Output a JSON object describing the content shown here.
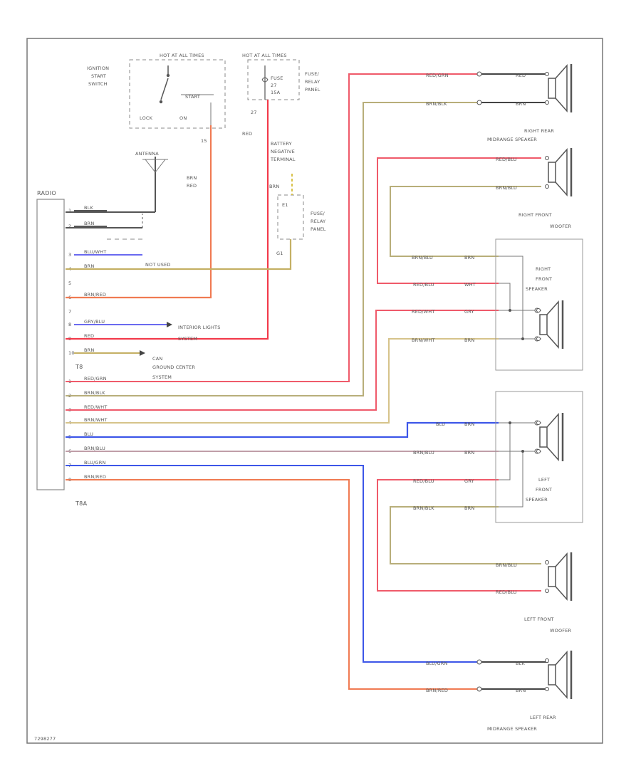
{
  "colors": {
    "red": "#ef5a6a",
    "bright_red": "#f23a4a",
    "orange": "#f07a52",
    "yellow": "#d6c38a",
    "olive": "#b8ae7a",
    "blue": "#3d56e8",
    "light_blue": "#8ab8c8",
    "violet": "#c09ea8",
    "black": "#555555",
    "ivory": "#e8e2c8"
  },
  "components": {
    "radio": "RADIO",
    "antenna": "ANTENNA",
    "ignition_switch": "IGNITION\nSTART\nSWITCH",
    "hot_power": "HOT AT ALL TIMES",
    "hot_fuse": "HOT AT ALL TIMES",
    "fuse_relay_panel_top": "FUSE/\nRELAY\nPANEL",
    "fuse_label": "FUSE\n27\n15A",
    "battery_negative": "BATTERY\nNEGATIVE\nTERMINAL",
    "fuse_relay_panel_mid": "FUSE/\nRELAY\nPANEL",
    "lock": "LOCK",
    "on": "ON",
    "start": "START",
    "right_rear_speaker": "RIGHT REAR\nMIDRANGE SPEAKER",
    "right_front_woofer": "RIGHT FRONT\nWOOFER",
    "right_front_speaker": "RIGHT\nFRONT\nSPEAKER",
    "left_front_speaker": "LEFT\nFRONT\nSPEAKER",
    "left_front_woofer": "LEFT FRONT\nWOOFER",
    "left_rear_speaker": "LEFT REAR\nMIDRANGE SPEAKER",
    "not_used": "NOT USED",
    "interior_lights": "INTERIOR LIGHTS\nSYSTEM",
    "can_ground": "CAN\nGROUND CENTER\nSYSTEM",
    "t8": "T8",
    "t8a": "T8A",
    "ref_code": "7298277"
  },
  "radio_pins": [
    {
      "pin": "1",
      "wire": "BLK"
    },
    {
      "pin": "2",
      "wire": "BRN"
    },
    {
      "pin": "3",
      "wire": "BLU/WHT"
    },
    {
      "pin": "4",
      "wire": "BRN"
    },
    {
      "pin": "5",
      "wire": ""
    },
    {
      "pin": "6",
      "wire": "BRN/RED"
    },
    {
      "pin": "7",
      "wire": ""
    },
    {
      "pin": "8",
      "wire": "GRY/BLU"
    },
    {
      "pin": "9",
      "wire": "RED"
    },
    {
      "pin": "10",
      "wire": "BRN"
    },
    {
      "pin": "1",
      "wire": "RED/GRN"
    },
    {
      "pin": "2",
      "wire": "BRN/BLK"
    },
    {
      "pin": "3",
      "wire": "RED/WHT"
    },
    {
      "pin": "4",
      "wire": "BRN/WHT"
    },
    {
      "pin": "5",
      "wire": "BLU"
    },
    {
      "pin": "6",
      "wire": "BRN/BLU"
    },
    {
      "pin": "7",
      "wire": "BLU/GRN"
    },
    {
      "pin": "8",
      "wire": "BRN/RED"
    }
  ],
  "wire_labels": {
    "ign_out": "15",
    "brn_red": "BRN\nRED",
    "fuse_out": "27",
    "red": "RED",
    "brn_gnd": "BRN",
    "brn_e": "E1",
    "gnd_relay": "G1",
    "rr_pos": "RED/GRN",
    "rr_neg": "BRN/BLK",
    "rr_pos2": "RED",
    "rr_neg2": "BRN",
    "rfw_pos": "RED/BLU",
    "rfw_neg": "BRN/BLU",
    "rf_neg_in": "BRN/BLU",
    "rf_pos_in": "RED/BLU",
    "rf_pos2": "RED/WHT",
    "rf_neg2": "BRN/WHT",
    "rf_tag1": "BRN",
    "rf_tag2": "WHT",
    "rf_tag3": "GRY",
    "rf_tag4": "BRN",
    "lf_blu": "BLU",
    "lf_brnblu": "BRN/BLU",
    "lf_redblu": "RED/BLU",
    "lf_brnblk": "BRN/BLK",
    "lf_tag1": "BRN",
    "lf_tag2": "BRN",
    "lf_tag3": "GRY",
    "lf_tag4": "BRN",
    "lfw_neg": "BRN/BLU",
    "lfw_pos": "RED/BLU",
    "lr_pos": "BLU/GRN",
    "lr_neg": "BRN/RED",
    "lr_tag1": "BLK",
    "lr_tag2": "BRN"
  }
}
